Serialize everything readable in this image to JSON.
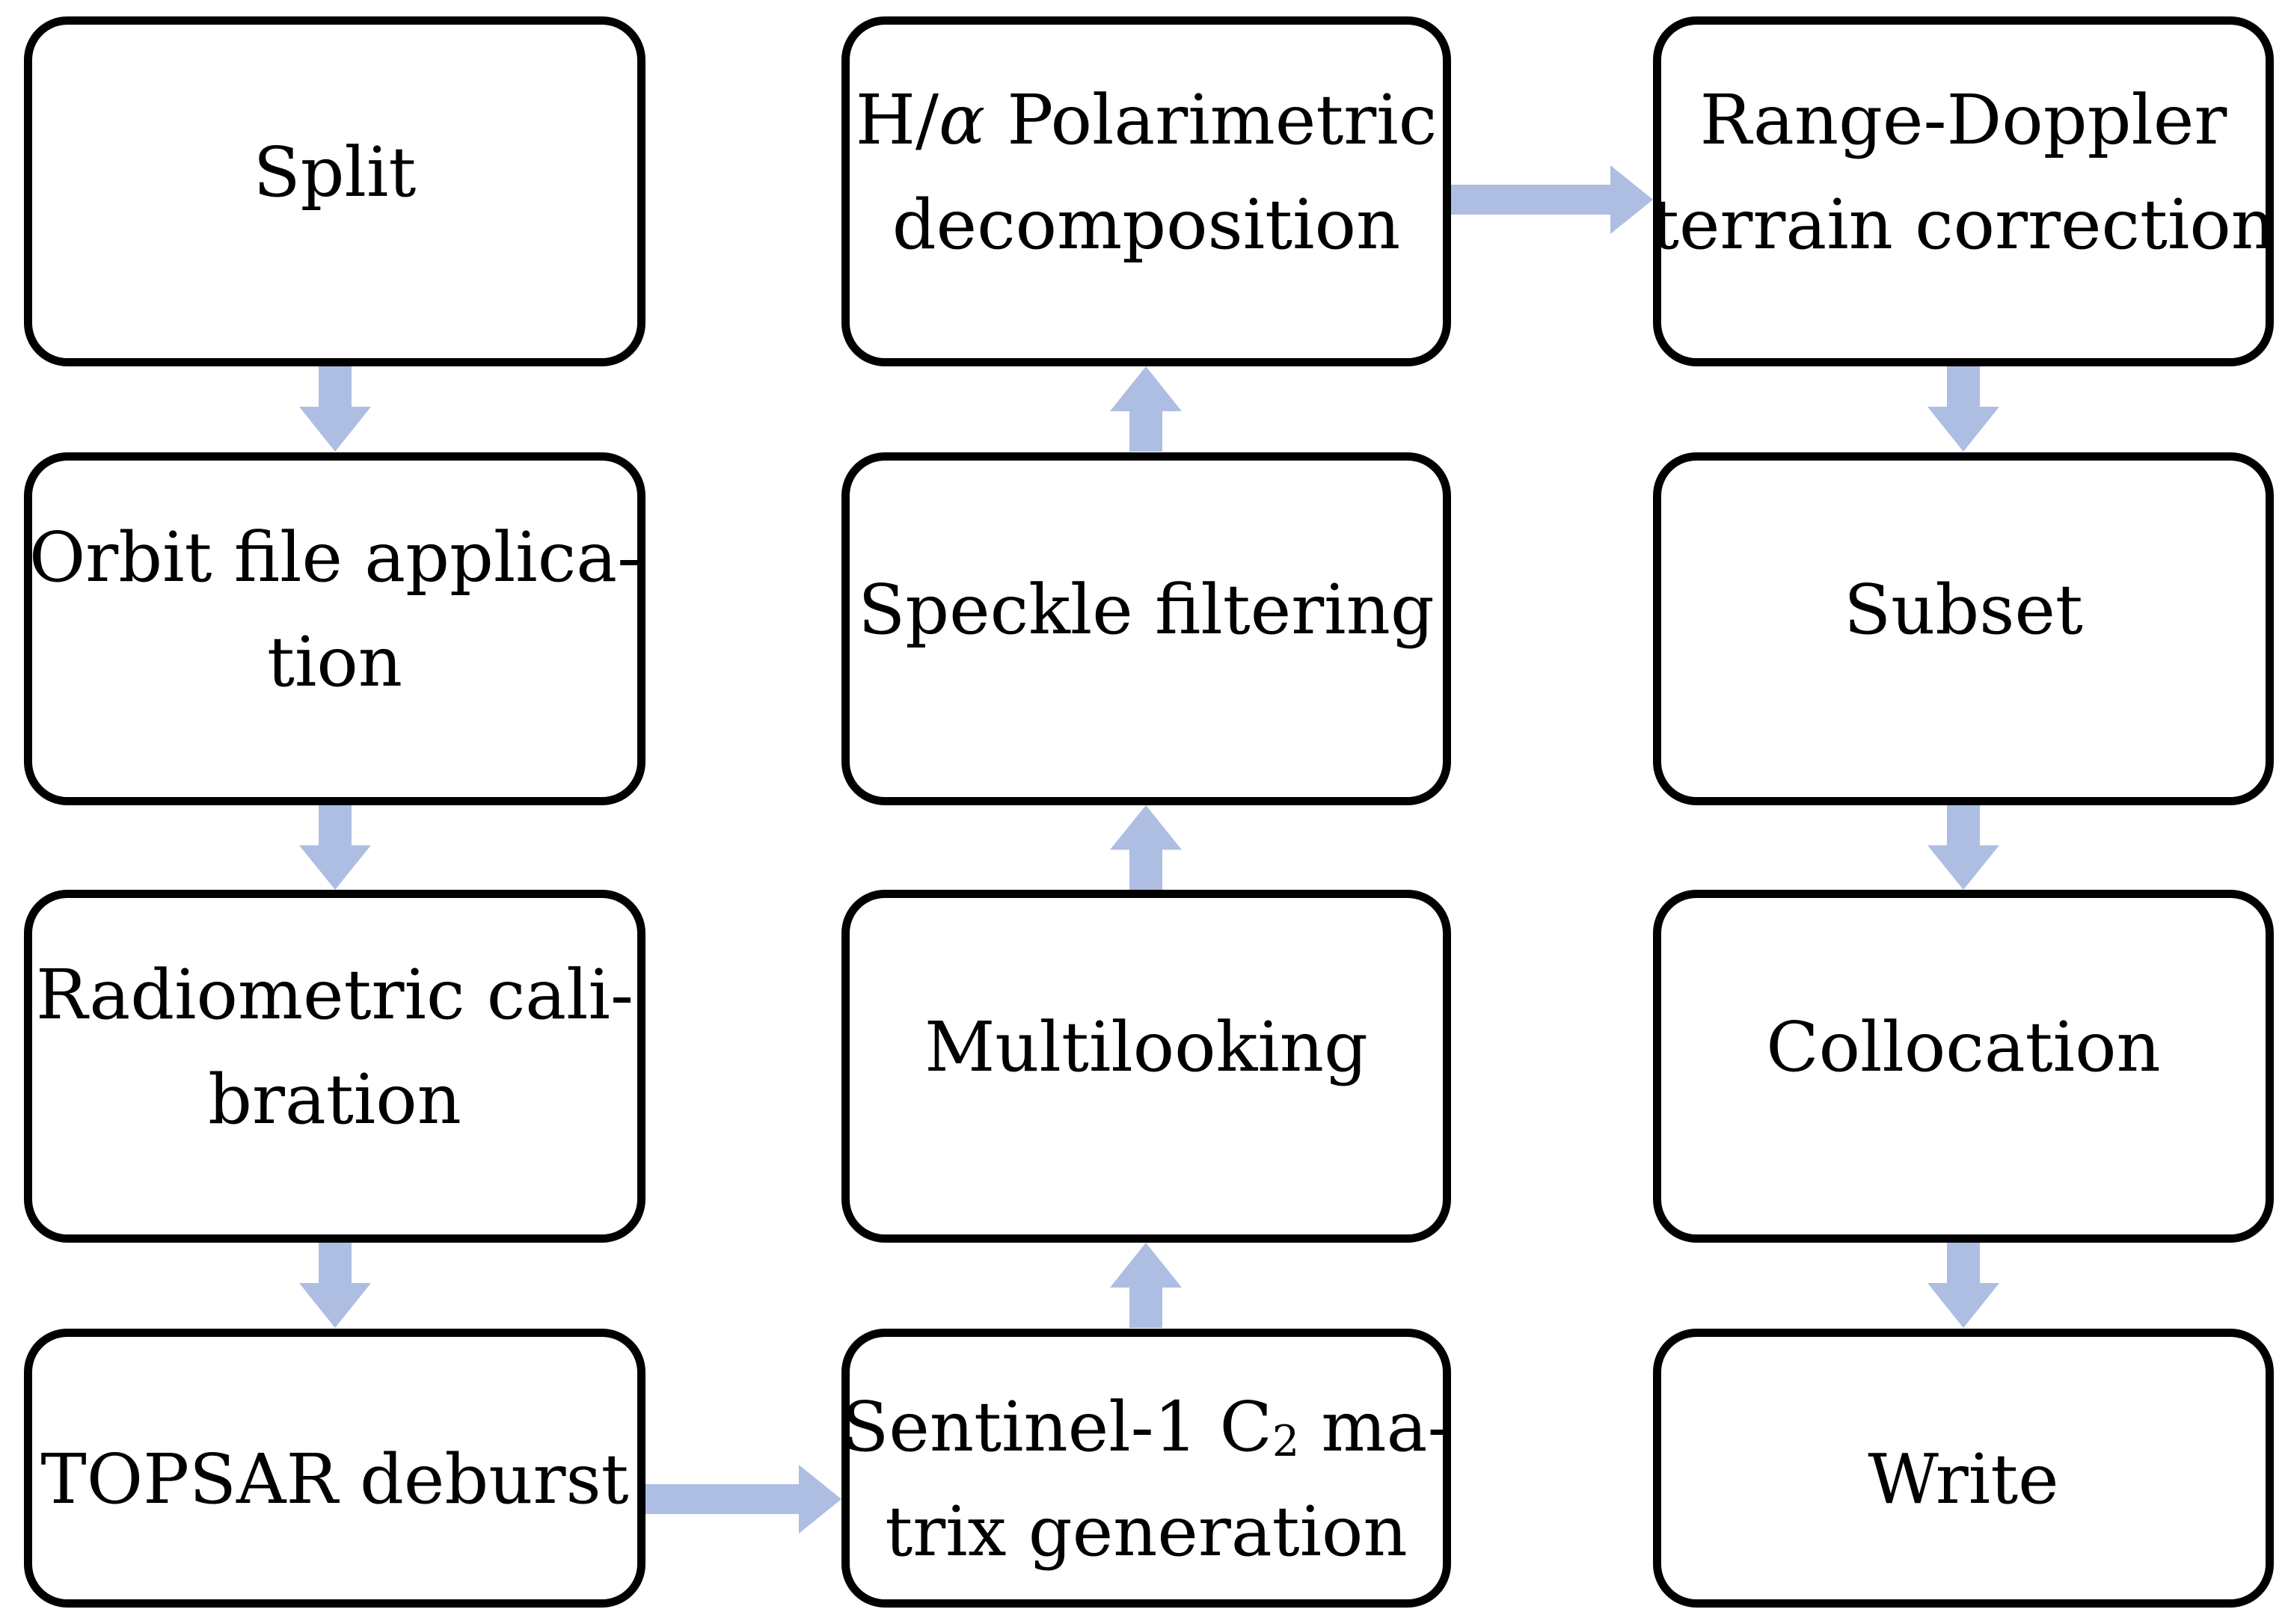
{
  "figure": {
    "type": "flowchart",
    "columns": 3,
    "rows": 4
  },
  "colors": {
    "arrow": "#aebee2",
    "box_border": "#000000",
    "box_fill": "#ffffff",
    "text": "#000000",
    "background": "#ffffff"
  },
  "nodes": {
    "split": {
      "lines": [
        "Split"
      ]
    },
    "orbit": {
      "lines": [
        "Orbit file applica-",
        "tion"
      ]
    },
    "radiometric": {
      "lines": [
        "Radiometric cali-",
        "bration"
      ]
    },
    "topsar": {
      "lines": [
        "TOPSAR deburst"
      ]
    },
    "halpha": {
      "line1_pre": "H/",
      "line1_alpha": "α",
      "line1_post": " Polarimetric",
      "line2": "decomposition"
    },
    "speckle": {
      "lines": [
        "Speckle filtering"
      ]
    },
    "multilooking": {
      "lines": [
        "Multilooking"
      ]
    },
    "sentinel": {
      "line1_pre": "Sentinel-1 C",
      "line1_sub": "2",
      "line1_post": " ma-",
      "line2": "trix generation"
    },
    "rangedoppler": {
      "lines": [
        "Range-Doppler",
        "terrain correction"
      ]
    },
    "subset": {
      "lines": [
        "Subset"
      ]
    },
    "collocation": {
      "lines": [
        "Collocation"
      ]
    },
    "write": {
      "lines": [
        "Write"
      ]
    }
  },
  "connections": [
    {
      "from": "split",
      "to": "orbit",
      "direction": "down"
    },
    {
      "from": "orbit",
      "to": "radiometric",
      "direction": "down"
    },
    {
      "from": "radiometric",
      "to": "topsar",
      "direction": "down"
    },
    {
      "from": "topsar",
      "to": "sentinel",
      "direction": "right"
    },
    {
      "from": "sentinel",
      "to": "multilooking",
      "direction": "up"
    },
    {
      "from": "multilooking",
      "to": "speckle",
      "direction": "up"
    },
    {
      "from": "speckle",
      "to": "halpha",
      "direction": "up"
    },
    {
      "from": "halpha",
      "to": "rangedoppler",
      "direction": "right"
    },
    {
      "from": "rangedoppler",
      "to": "subset",
      "direction": "down"
    },
    {
      "from": "subset",
      "to": "collocation",
      "direction": "down"
    },
    {
      "from": "collocation",
      "to": "write",
      "direction": "down"
    }
  ]
}
